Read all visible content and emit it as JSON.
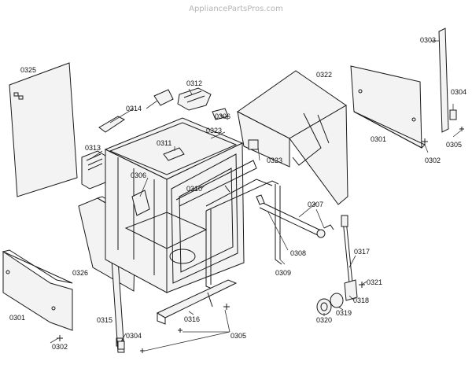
{
  "watermark": "AppliancePartsPros.com",
  "labels": {
    "l0303": "0303",
    "l0325": "0325",
    "l0322": "0322",
    "l0312": "0312",
    "l0314": "0314",
    "l0306a": "0306",
    "l0304a": "0304",
    "l0323a": "0323",
    "l0311": "0311",
    "l0313": "0313",
    "l0301a": "0301",
    "l0305a": "0305",
    "l0302a": "0302",
    "l0323b": "0323",
    "l0306b": "0306",
    "l0310": "0310",
    "l0307": "0307",
    "l0308": "0308",
    "l0326": "0326",
    "l0309": "0309",
    "l0317": "0317",
    "l0321": "0321",
    "l0301b": "0301",
    "l0318": "0318",
    "l0319": "0319",
    "l0320": "0320",
    "l0316": "0316",
    "l0315": "0315",
    "l0304b": "0304",
    "l0305b": "0305",
    "l0302b": "0302"
  }
}
